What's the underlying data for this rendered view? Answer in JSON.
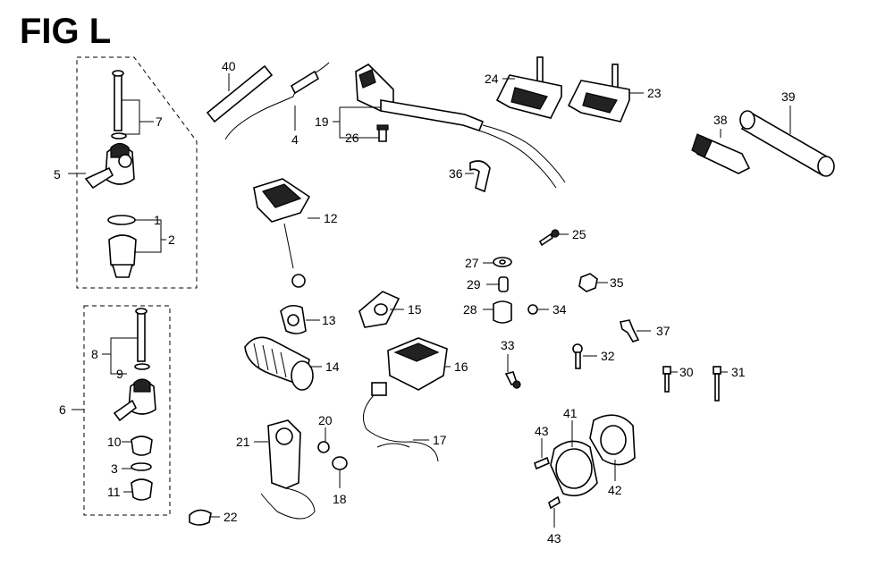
{
  "figure": {
    "title": "FIG L"
  },
  "callouts": {
    "n1": "1",
    "n2": "2",
    "n3": "3",
    "n4": "4",
    "n5": "5",
    "n6": "6",
    "n7": "7",
    "n8": "8",
    "n9": "9",
    "n10": "10",
    "n11": "11",
    "n12": "12",
    "n13": "13",
    "n14": "14",
    "n15": "15",
    "n16": "16",
    "n17": "17",
    "n18": "18",
    "n19": "19",
    "n20": "20",
    "n21": "21",
    "n22": "22",
    "n23": "23",
    "n24": "24",
    "n25": "25",
    "n26": "26",
    "n27": "27",
    "n28": "28",
    "n29": "29",
    "n30": "30",
    "n31": "31",
    "n32": "32",
    "n33": "33",
    "n34": "34",
    "n35": "35",
    "n36": "36",
    "n37": "37",
    "n38": "38",
    "n39": "39",
    "n40": "40",
    "n41": "41",
    "n42": "42",
    "n43": "43"
  }
}
